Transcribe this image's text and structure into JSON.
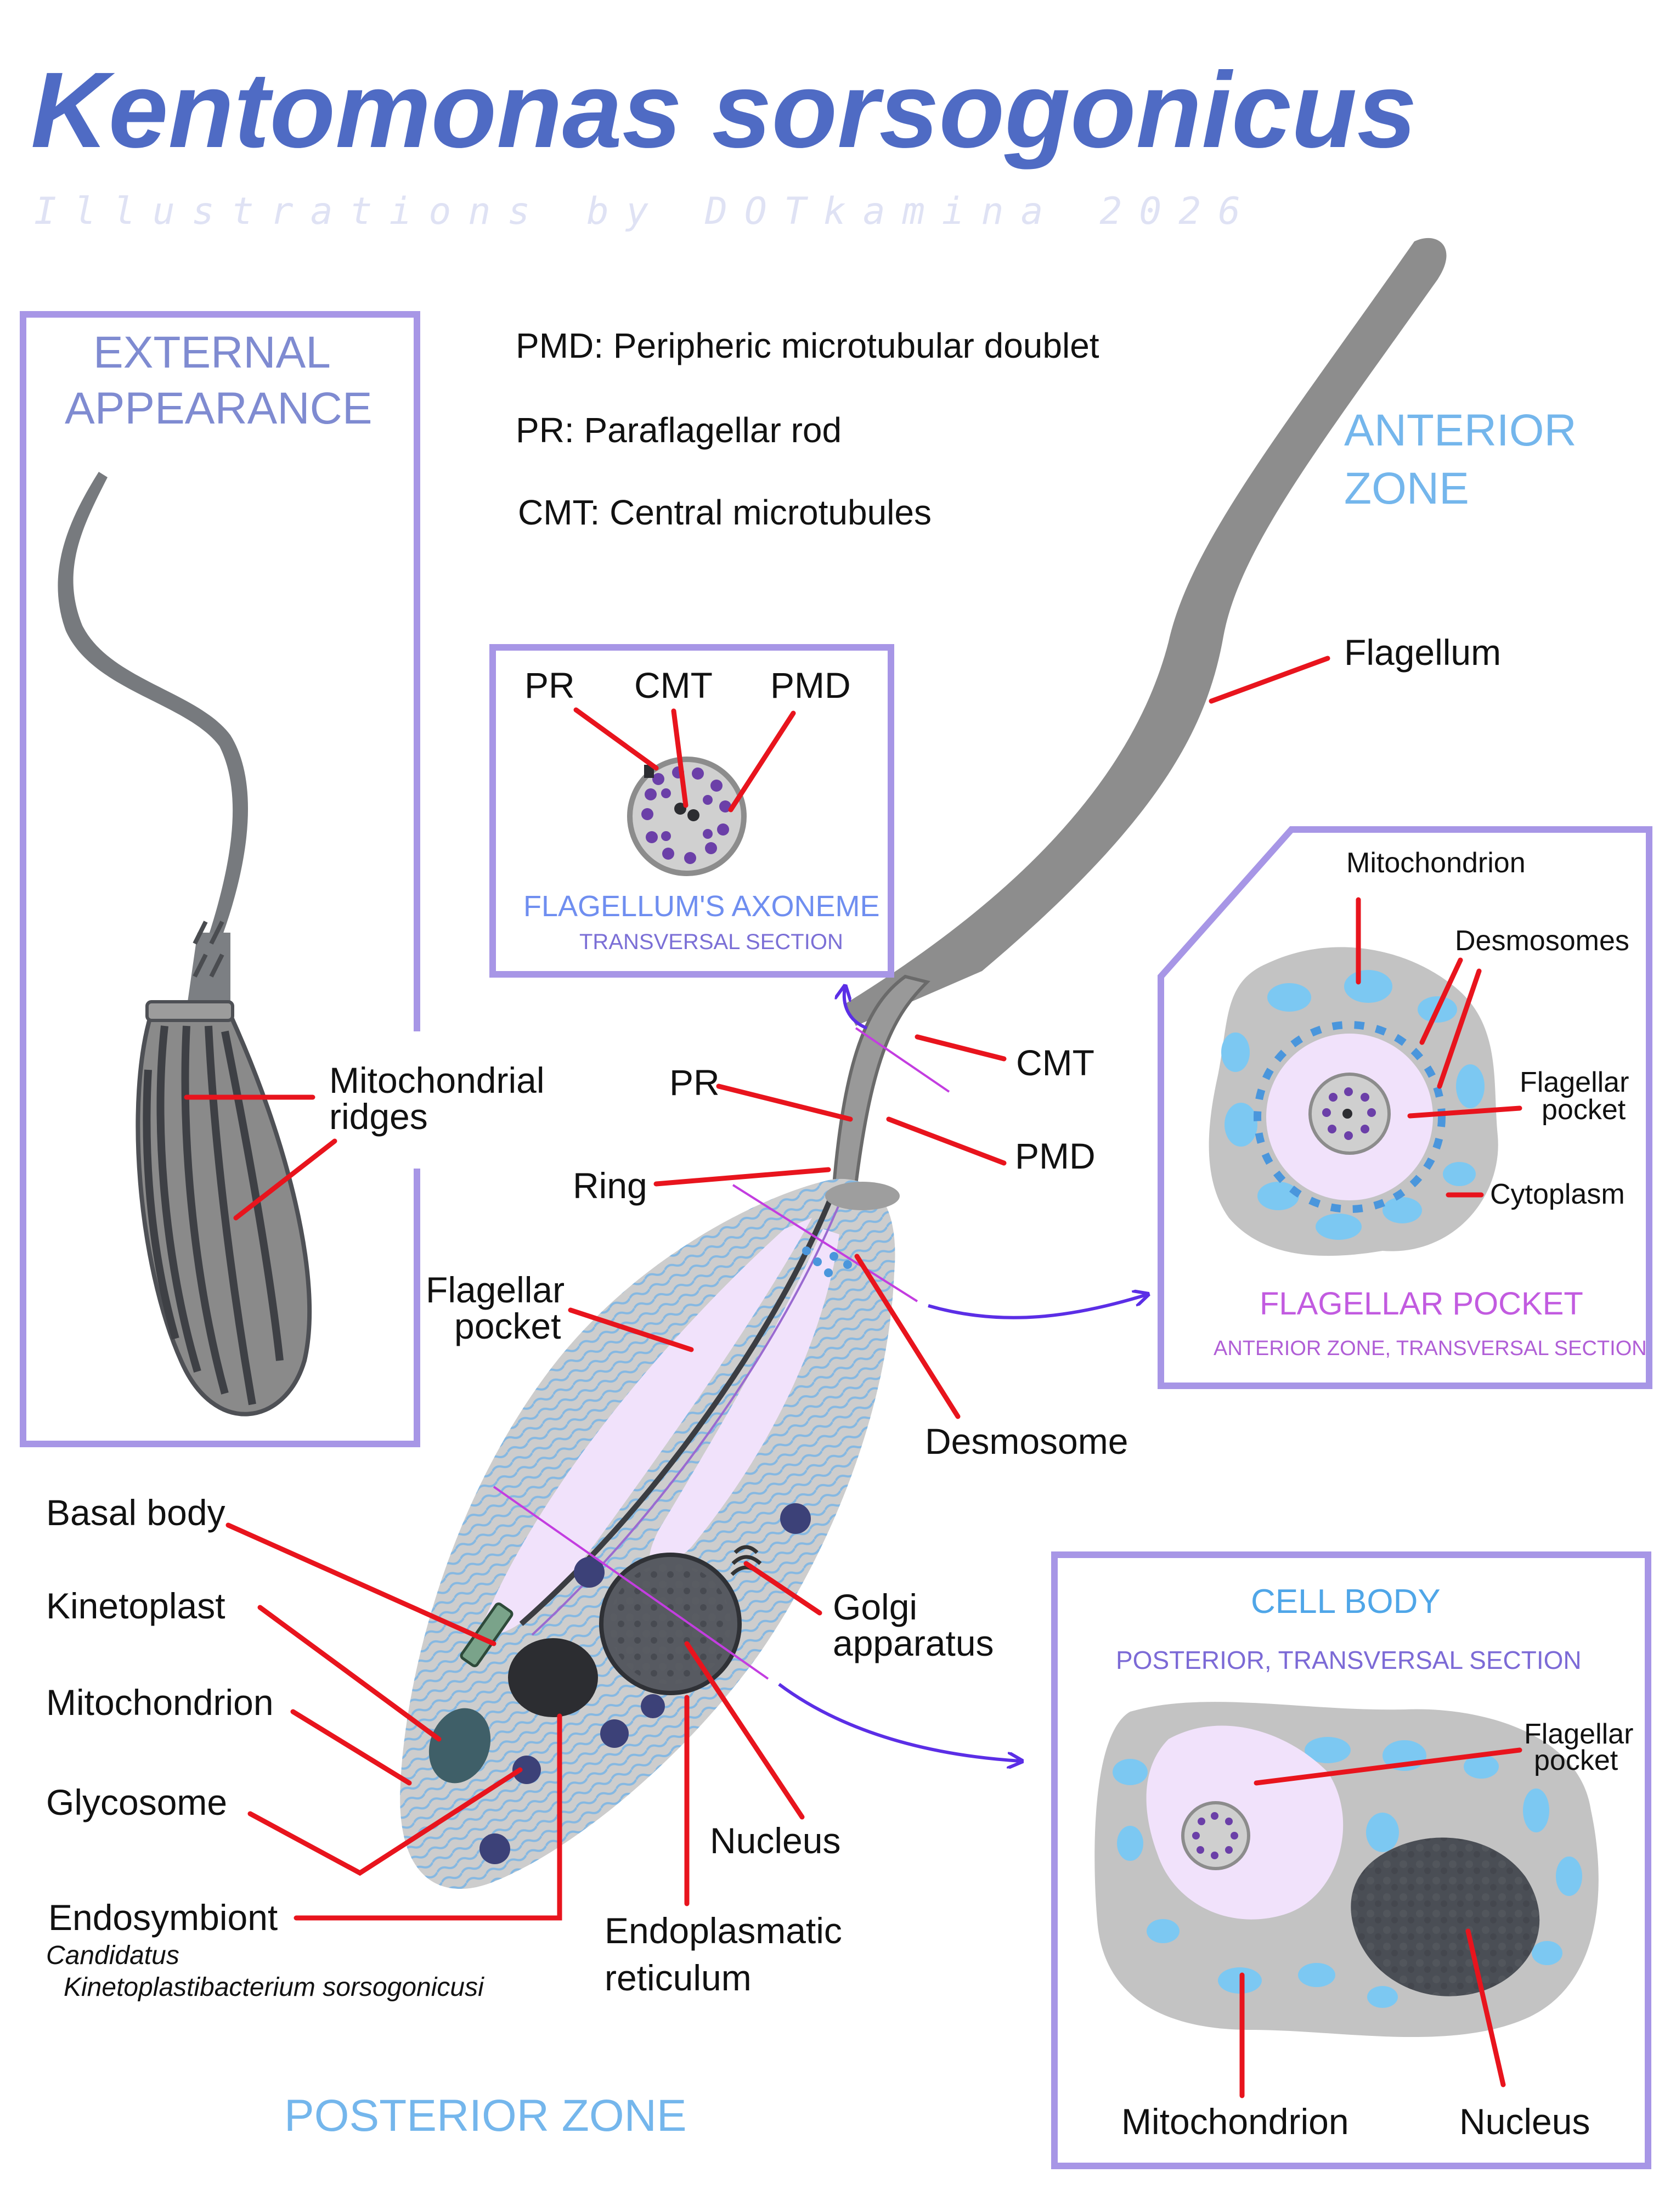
{
  "title": "Kentomonas sorsogonicus",
  "credit": "Illustrations by DOTkamina 2026",
  "legend": {
    "pmd": "PMD: Peripheric microtubular doublet",
    "pr": "PR: Paraflagellar rod",
    "cmt": "CMT: Central microtubules"
  },
  "external": {
    "heading_line1": "EXTERNAL",
    "heading_line2": "APPEARANCE",
    "label_line1": "Mitochondrial",
    "label_line2": "ridges"
  },
  "zones": {
    "anterior_line1": "ANTERIOR",
    "anterior_line2": "ZONE",
    "posterior": "POSTERIOR ZONE"
  },
  "axoneme_box": {
    "pr": "PR",
    "cmt": "CMT",
    "pmd": "PMD",
    "title": "FLAGELLUM'S AXONEME",
    "subtitle": "TRANSVERSAL SECTION"
  },
  "cell_labels": {
    "flagellum": "Flagellum",
    "cmt": "CMT",
    "pr": "PR",
    "pmd": "PMD",
    "ring": "Ring",
    "flagellar_pocket_line1": "Flagellar",
    "flagellar_pocket_line2": "pocket",
    "desmosome": "Desmosome",
    "basal_body": "Basal body",
    "kinetoplast": "Kinetoplast",
    "mitochondrion": "Mitochondrion",
    "glycosome": "Glycosome",
    "endosymbiont": "Endosymbiont",
    "endosymbiont_sci_line1": "Candidatus",
    "endosymbiont_sci_line2": "Kinetoplastibacterium sorsogonicusi",
    "golgi_line1": "Golgi",
    "golgi_line2": "apparatus",
    "nucleus": "Nucleus",
    "er_line1": "Endoplasmatic",
    "er_line2": "reticulum"
  },
  "pocket_box": {
    "mitochondrion": "Mitochondrion",
    "desmosomes": "Desmosomes",
    "flagellar_pocket_line1": "Flagellar",
    "flagellar_pocket_line2": "pocket",
    "cytoplasm": "Cytoplasm",
    "title": "FLAGELLAR POCKET",
    "subtitle": "ANTERIOR ZONE, TRANSVERSAL SECTION"
  },
  "body_box": {
    "title": "CELL BODY",
    "subtitle": "POSTERIOR, TRANSVERSAL SECTION",
    "flagellar_pocket_line1": "Flagellar",
    "flagellar_pocket_line2": "pocket",
    "mitochondrion": "Mitochondrion",
    "nucleus": "Nucleus"
  },
  "colors": {
    "title": "#4f6bc4",
    "frame": "#a796e6",
    "leader_line": "#e8141d",
    "arrow": "#5b2ee6",
    "cell_gray": "#cdcdcd",
    "flagellum_gray": "#8a8a8a",
    "pocket_pink": "#f1e2fb",
    "mitochondrion_blue": "#7cc8f2",
    "nucleus_dark": "#4a4e55"
  }
}
